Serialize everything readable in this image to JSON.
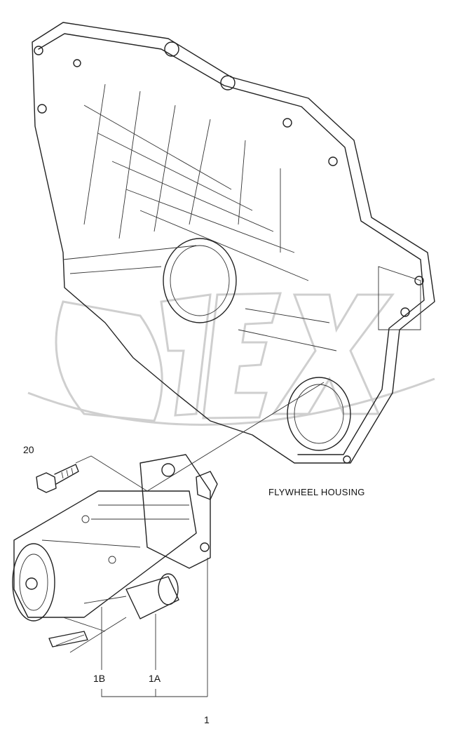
{
  "labels": {
    "housing": "FLYWHEEL HOUSING",
    "bolt": "20",
    "assembly": "1",
    "part_1a": "1A",
    "part_1b": "1B"
  },
  "icons": {
    "watermark": "orex-watermark",
    "housing": "flywheel-housing-drawing",
    "starter": "starter-motor-drawing",
    "bolt": "bolt-drawing"
  }
}
